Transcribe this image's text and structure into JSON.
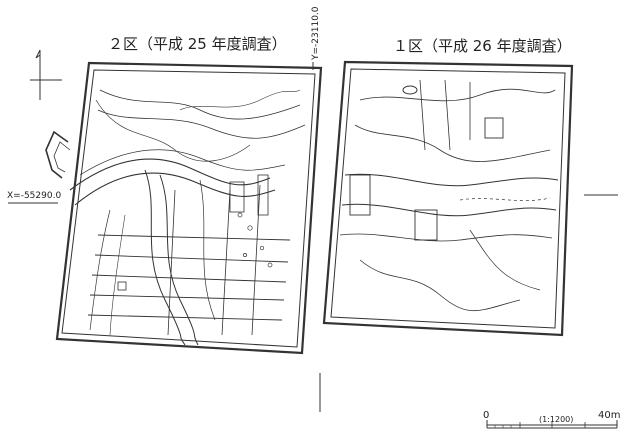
{
  "map": {
    "zone2_title": "２区（平成 25 年度調査）",
    "zone1_title": "１区（平成 26 年度調査）",
    "coord_x": "X=-55290.0",
    "coord_y": "Y=-23110.0",
    "scale": {
      "start": "0",
      "ratio": "(1:1200)",
      "end": "40m"
    }
  },
  "colors": {
    "ink": "#333333",
    "background": "#ffffff"
  },
  "icons": {
    "north": "north-arrow-icon"
  }
}
